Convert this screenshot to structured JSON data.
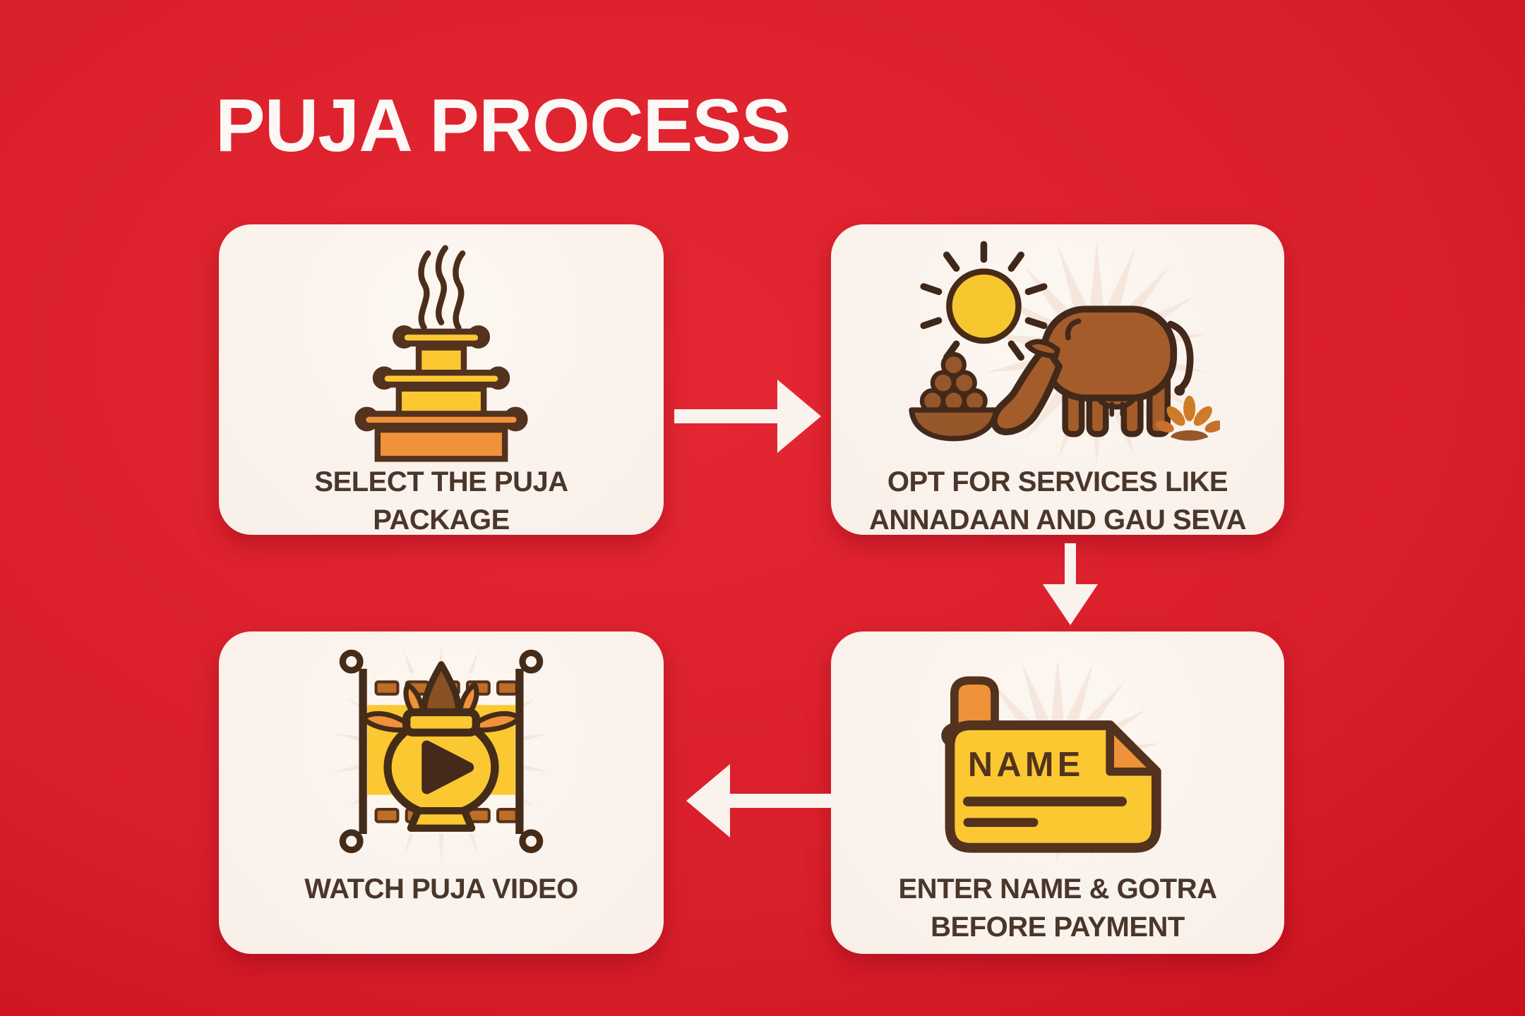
{
  "title": "PUJA PROCESS",
  "steps": [
    {
      "icon": "puja-stand-icon",
      "label_lines": [
        "SELECT THE PUJA",
        "PACKAGE"
      ]
    },
    {
      "icon": "cow-grazing-icon",
      "label_lines": [
        "OPT FOR SERVICES LIKE",
        "ANNADAAN AND GAU SEVA"
      ]
    },
    {
      "icon": "name-scroll-icon",
      "label_lines": [
        "ENTER NAME & GOTRA",
        "BEFORE PAYMENT"
      ]
    },
    {
      "icon": "puja-video-icon",
      "label_lines": [
        "WATCH PUJA VIDEO"
      ]
    }
  ],
  "name_card": {
    "label": "NAME"
  },
  "arrows": {
    "step1_to_step2": "right",
    "step2_to_step3": "down",
    "step3_to_step4": "left"
  },
  "colors": {
    "background_red_center": "#E42733",
    "background_red_edge": "#B80410",
    "card_background": "#F9F0EA",
    "title_text": "#FCF8F6",
    "label_text": "#4A362A",
    "icon_yellow": "#FBC832",
    "icon_orange": "#F0923A",
    "icon_outline_brown": "#4A2E1B",
    "cow_brown": "#A55C2B",
    "laddu_brown": "#96572A",
    "ray_peach": "#F5E6DB",
    "arrow_white": "#FAF2EC"
  }
}
